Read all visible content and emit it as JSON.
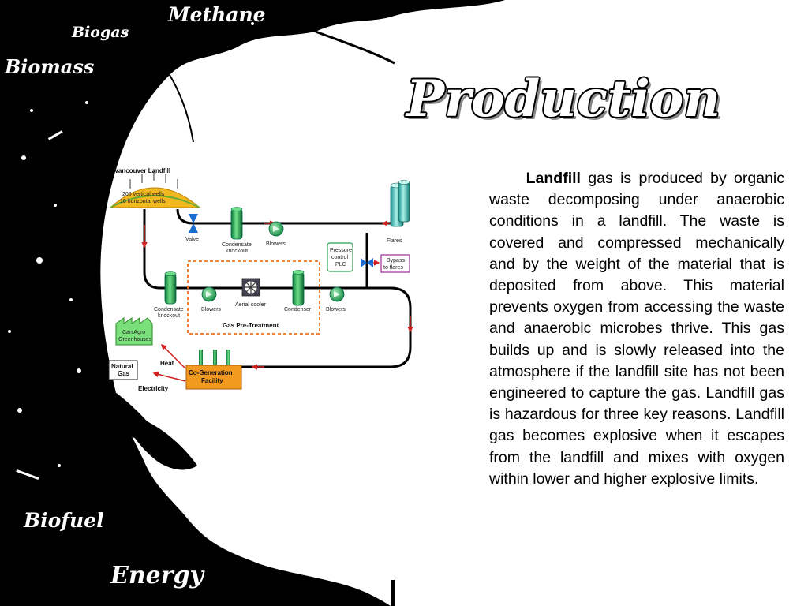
{
  "side_words": {
    "methane": "Methane",
    "biogas": "Biogas",
    "biomass": "Biomass",
    "biofuel": "Biofuel",
    "energy": "Energy"
  },
  "title": "Production",
  "body": {
    "lead": "Landfill",
    "text": " gas is produced by organic waste decomposing under anaerobic conditions in a landfill. The waste is covered and compressed mechanically and by the weight of the material that is deposited from above. This material prevents oxygen from accessing the waste and anaerobic microbes thrive. This gas builds up and is slowly released into the atmosphere if the landfill site has not been engineered to capture the gas. Landfill gas is hazardous for three key reasons. Landfill gas becomes explosive when it escapes from the landfill and mixes with oxygen within lower and higher explosive limits."
  },
  "diagram": {
    "landfill_title": "Vancouver Landfill",
    "wells_line1": "200 vertical wells",
    "wells_line2": "10 horizontal wells",
    "valve": "Valve",
    "condensate_top_1": "Condensate",
    "condensate_top_2": "knockout",
    "blowers_top": "Blowers",
    "flares": "Flares",
    "pressure_1": "Pressure",
    "pressure_2": "control",
    "pressure_3": "PLC",
    "bypass_1": "Bypass",
    "bypass_2": "to flares",
    "condensate_left_1": "Condensate",
    "condensate_left_2": "knockout",
    "blowers_mid": "Blowers",
    "aerial_cooler": "Aerial cooler",
    "condenser": "Condenser",
    "blowers_right": "Blowers",
    "pretreatment": "Gas Pre-Treatment",
    "greenhouse_1": "Can Agro",
    "greenhouse_2": "Greenhouses",
    "natural_gas_1": "Natural",
    "natural_gas_2": "Gas",
    "heat": "Heat",
    "electricity": "Electricity",
    "cogen_1": "Co-Generation",
    "cogen_2": "Facility"
  }
}
